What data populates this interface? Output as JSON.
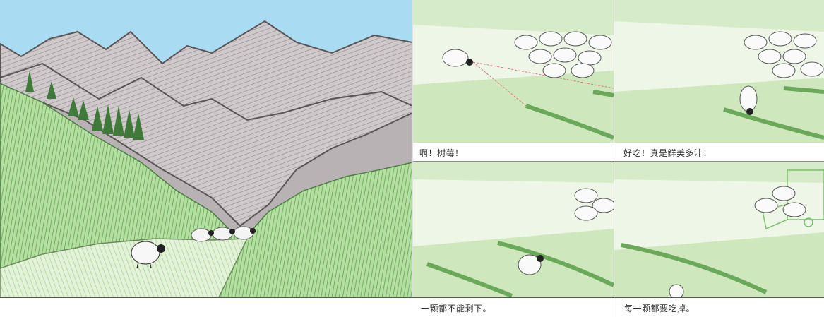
{
  "book": {
    "left_page": {
      "illustration": "mountain-meadow-with-sheep-flock"
    },
    "right_page": {
      "panels": [
        {
          "caption": "啊！树莓！"
        },
        {
          "caption": "好吃！真是鲜美多汁！"
        },
        {
          "caption": "一颗都不能剩下。"
        },
        {
          "caption": "每一颗都要吃掉。"
        }
      ]
    }
  },
  "colors": {
    "sky": "#a9dcf3",
    "mountain": "#c9c2c4",
    "mountain_outline": "#5b5558",
    "grass": "#8fc97b",
    "grass_light": "#d7ecc7",
    "tree": "#3f7a3b",
    "raspberry": "#e86a7a",
    "sight_line": "#e05a6a"
  }
}
